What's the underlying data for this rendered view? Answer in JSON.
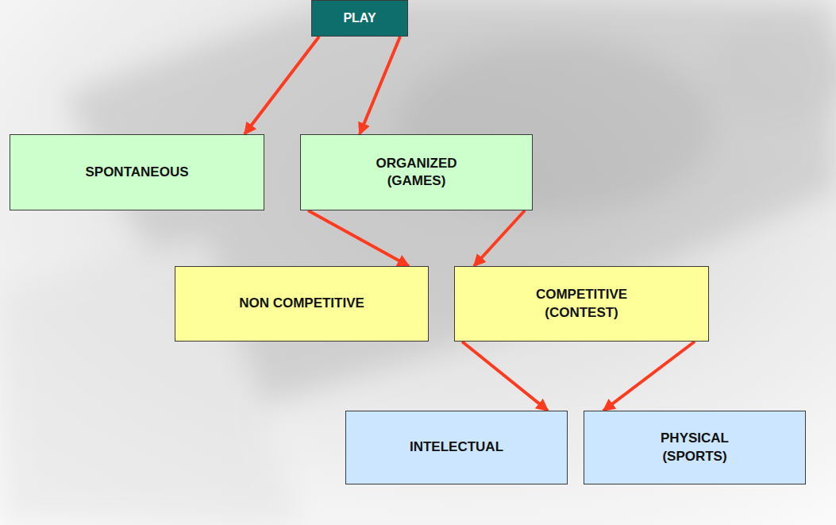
{
  "diagram": {
    "nodes": [
      {
        "text": [
          "PLAY"
        ]
      },
      {
        "text": [
          "SPONTANEOUS"
        ]
      },
      {
        "text": [
          "ORGANIZED (GAMES)"
        ]
      },
      {
        "text": [
          "NON COMPETITIVE"
        ]
      },
      {
        "text": [
          "COMPETITIVE (CONTEST)"
        ]
      },
      {
        "text": [
          "INTELECTUAL"
        ]
      },
      {
        "text": [
          "PHYSICAL (SPORTS)"
        ]
      }
    ],
    "edges": [
      {
        "from": 0,
        "to": 1,
        "arrow": "to"
      },
      {
        "from": 0,
        "to": 2,
        "arrow": "to"
      },
      {
        "from": 2,
        "to": 3,
        "arrow": "to"
      },
      {
        "from": 2,
        "to": 4,
        "arrow": "to"
      },
      {
        "from": 4,
        "to": 5,
        "arrow": "to"
      },
      {
        "from": 4,
        "to": 6,
        "arrow": "to"
      }
    ]
  }
}
